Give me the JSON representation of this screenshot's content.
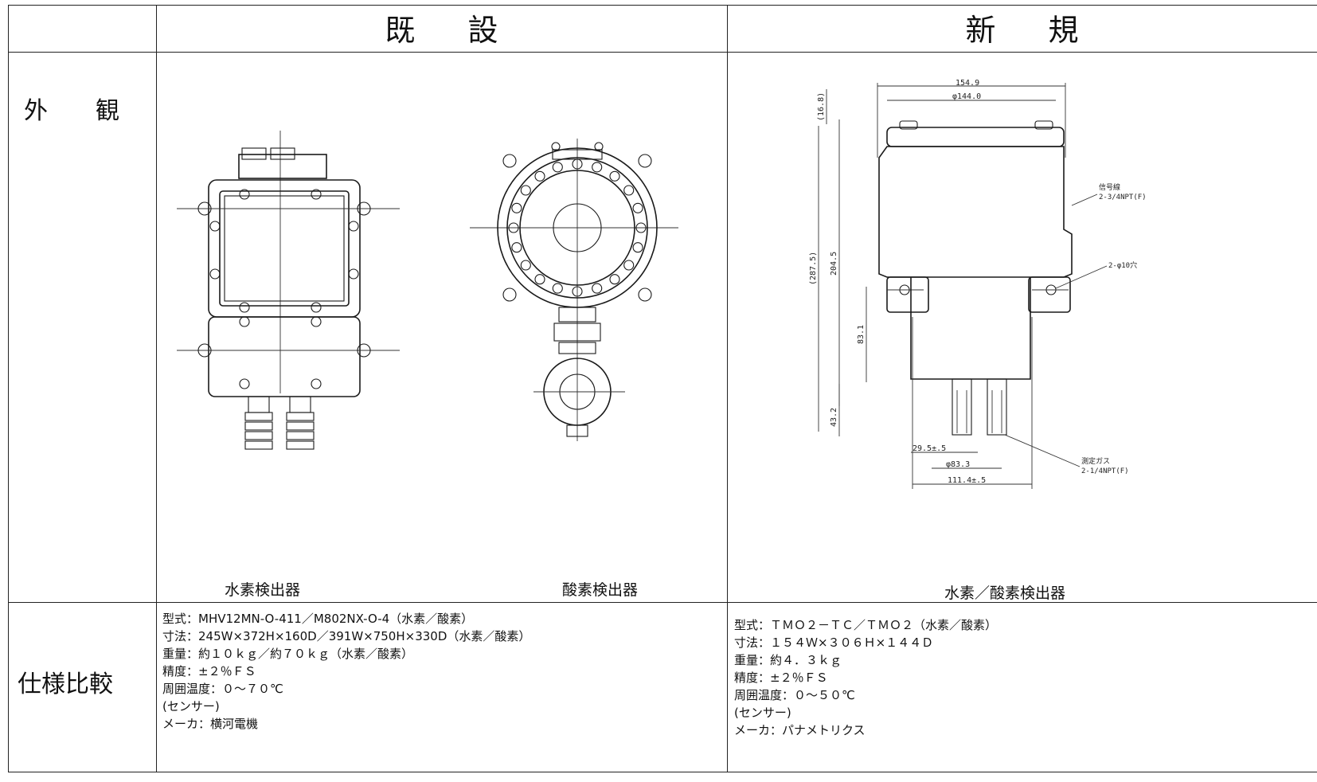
{
  "table": {
    "header_existing": "既設",
    "header_new": "新規",
    "row_appearance_label": "外観",
    "row_spec_label": "仕様比較"
  },
  "existing": {
    "caption_hydrogen": "水素検出器",
    "caption_oxygen": "酸素検出器",
    "specs": [
      "型式：MHV12MN-O-411／M802NX-O-4（水素／酸素）",
      "寸法：245W×372H×160D／391W×750H×330D（水素／酸素）",
      "重量：約１０ｋｇ／約７０ｋｇ（水素／酸素）",
      "精度：±２％ＦＳ",
      "周囲温度：０～７０℃",
      "(センサー)",
      "メーカ：横河電機"
    ]
  },
  "new": {
    "caption": "水素／酸素検出器",
    "specs": [
      "型式：ＴＭＯ２－ＴＣ／ＴＭＯ２（水素／酸素）",
      "寸法：１５４Ｗ×３０６Ｈ×１４４Ｄ",
      "重量：約４．３ｋｇ",
      "精度：±２％ＦＳ",
      "周囲温度：０～５０℃",
      "(センサー)",
      "メーカ：パナメトリクス"
    ],
    "drawing_labels": {
      "width_total": "154.9",
      "diameter_top": "φ144.0",
      "top_offset": "(16.8)",
      "height_total": "(287.5)",
      "height_body": "204.5",
      "flange_height": "83.1",
      "bottom_height": "43.2",
      "bottom_offset": "29.5±.5",
      "bolt_span": "φ83.3",
      "mount_span": "111.4±.5",
      "signal_port_title": "信号線",
      "signal_port_spec": "2-3/4NPT(F)",
      "mount_holes": "2-φ10穴",
      "gas_port_title": "測定ガス",
      "gas_port_spec": "2-1/4NPT(F)"
    }
  }
}
